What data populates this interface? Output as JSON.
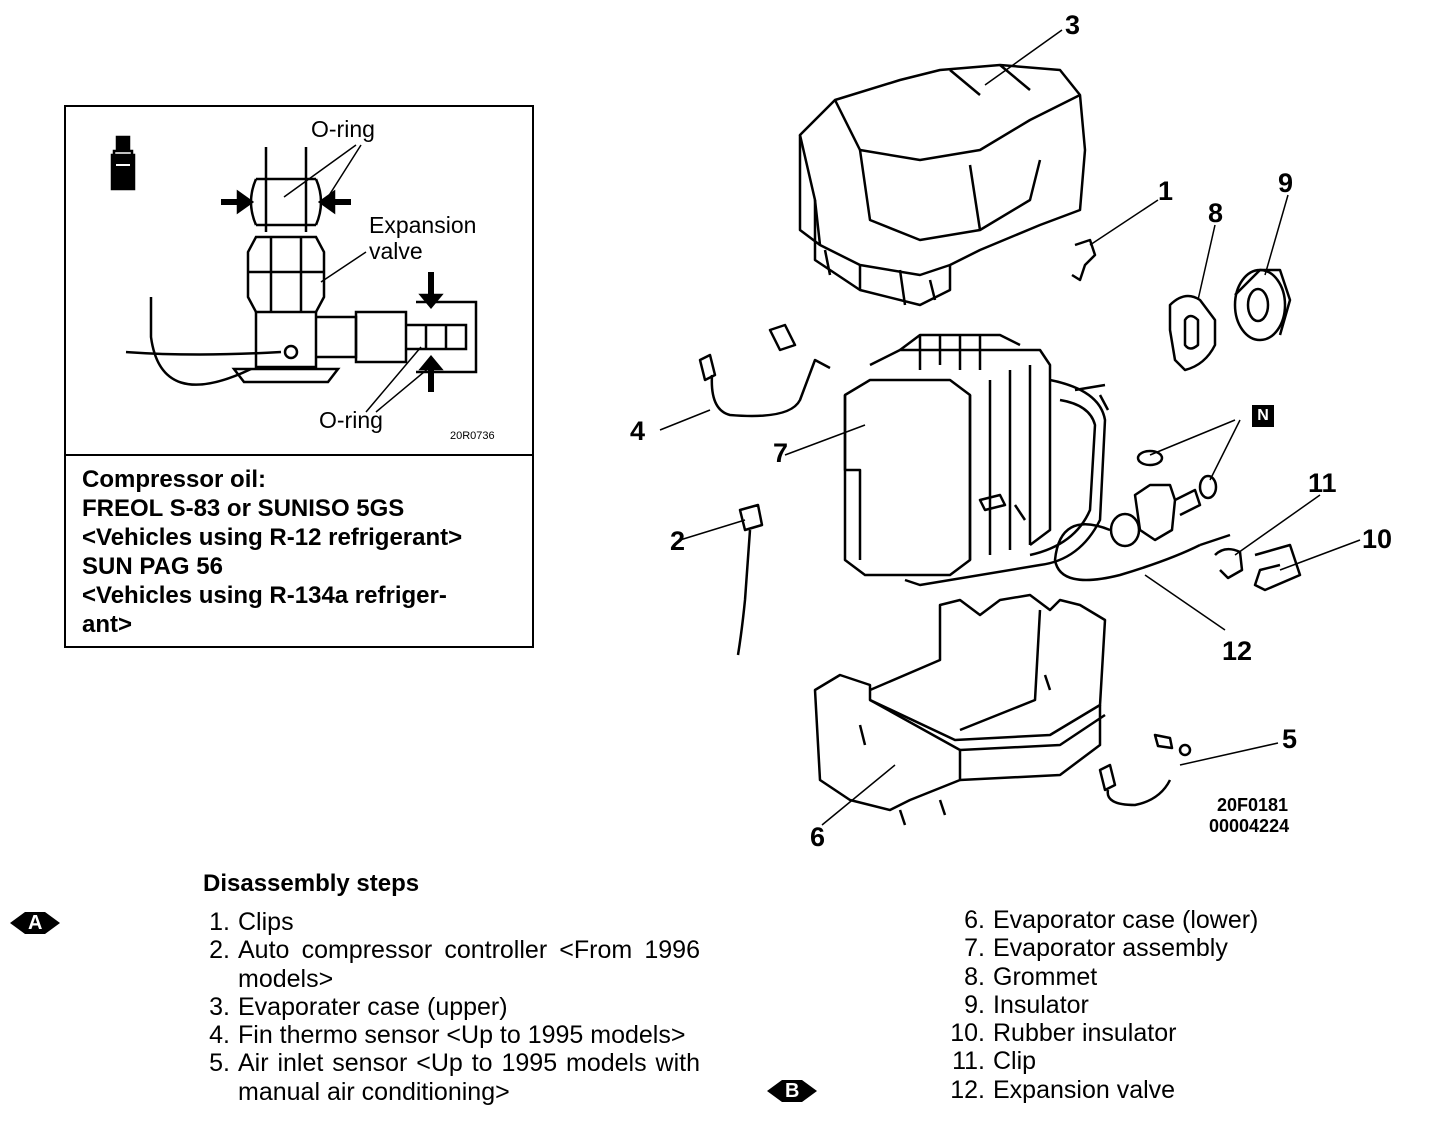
{
  "inset": {
    "label_oring_top": "O-ring",
    "label_expansion_valve_line1": "Expansion",
    "label_expansion_valve_line2": "valve",
    "label_oring_bottom": "O-ring",
    "figure_code": "20R0736",
    "oil_note": [
      "Compressor oil:",
      "FREOL S-83 or SUNISO 5GS",
      "<Vehicles using R-12 refrigerant>",
      "SUN PAG 56",
      "<Vehicles using R-134a refriger-",
      "ant>"
    ]
  },
  "diagram": {
    "callouts": [
      "1",
      "2",
      "3",
      "4",
      "5",
      "6",
      "7",
      "8",
      "9",
      "10",
      "11",
      "12"
    ],
    "badge_n": "N",
    "figure_code_1": "20F0181",
    "figure_code_2": "00004224"
  },
  "steps": {
    "title": "Disassembly steps",
    "marker_a": "A",
    "marker_b": "B",
    "left": [
      {
        "num": "1.",
        "text": "Clips"
      },
      {
        "num": "2.",
        "text": "Auto compressor controller <From 1996 models>"
      },
      {
        "num": "3.",
        "text": "Evaporater case (upper)"
      },
      {
        "num": "4.",
        "text": "Fin thermo sensor <Up to 1995 models>"
      },
      {
        "num": "5.",
        "text": "Air inlet sensor <Up to 1995 models with manual air conditioning>"
      }
    ],
    "right": [
      {
        "num": "6.",
        "text": "Evaporator case (lower)"
      },
      {
        "num": "7.",
        "text": "Evaporator assembly"
      },
      {
        "num": "8.",
        "text": "Grommet"
      },
      {
        "num": "9.",
        "text": "Insulator"
      },
      {
        "num": "10.",
        "text": "Rubber insulator"
      },
      {
        "num": "11.",
        "text": "Clip"
      },
      {
        "num": "12.",
        "text": "Expansion valve"
      }
    ]
  }
}
